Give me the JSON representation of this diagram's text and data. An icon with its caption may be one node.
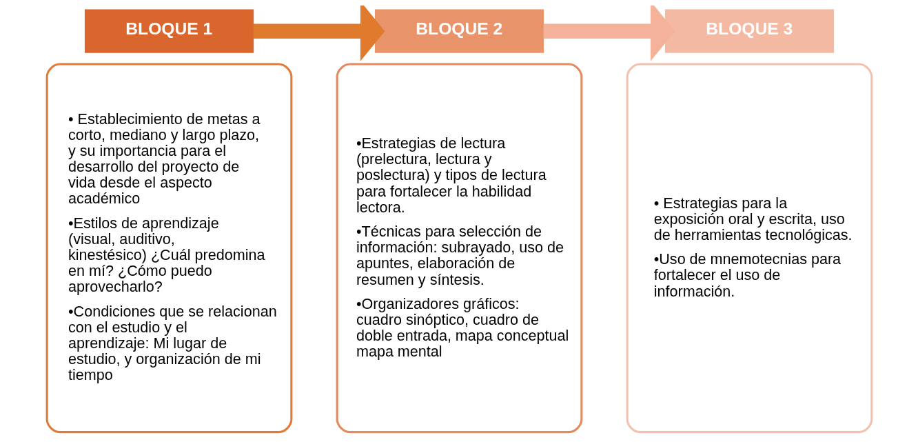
{
  "diagram": {
    "nodes": [
      {
        "text": [
          "BLOQUE 1"
        ]
      },
      {
        "text": [
          "• Establecimiento de metas a corto, mediano y largo plazo, y su importancia para el desarrollo del proyecto de vida desde el aspecto académico",
          "•Estilos de aprendizaje (visual, auditivo, kinestésico) ¿Cuál predomina en mí? ¿Cómo puedo aprovecharlo?",
          "•Condiciones que se relacionan con el estudio y el aprendizaje: Mi lugar de estudio, y organización de mi tiempo"
        ]
      },
      {
        "text": [
          "BLOQUE 2"
        ]
      },
      {
        "text": [
          "•Estrategias de lectura (prelectura, lectura y poslectura) y tipos de lectura para fortalecer la habilidad lectora.",
          "•Técnicas para selección de información: subrayado, uso de apuntes, elaboración de resumen y síntesis.",
          "•Organizadores gráficos: cuadro sinóptico, cuadro de doble entrada, mapa conceptual mapa mental"
        ]
      },
      {
        "text": [
          "BLOQUE 3"
        ]
      },
      {
        "text": [
          "• Estrategias para la exposición oral y escrita, uso de herramientas tecnológicas.",
          "•Uso de mnemotecnias para fortalecer el uso de información."
        ]
      }
    ],
    "edges": [
      {
        "from": 0,
        "to": 2,
        "arrow": "to",
        "color": "#e07b2e"
      },
      {
        "from": 2,
        "to": 4,
        "arrow": "to",
        "color": "#f4b29a"
      }
    ]
  }
}
